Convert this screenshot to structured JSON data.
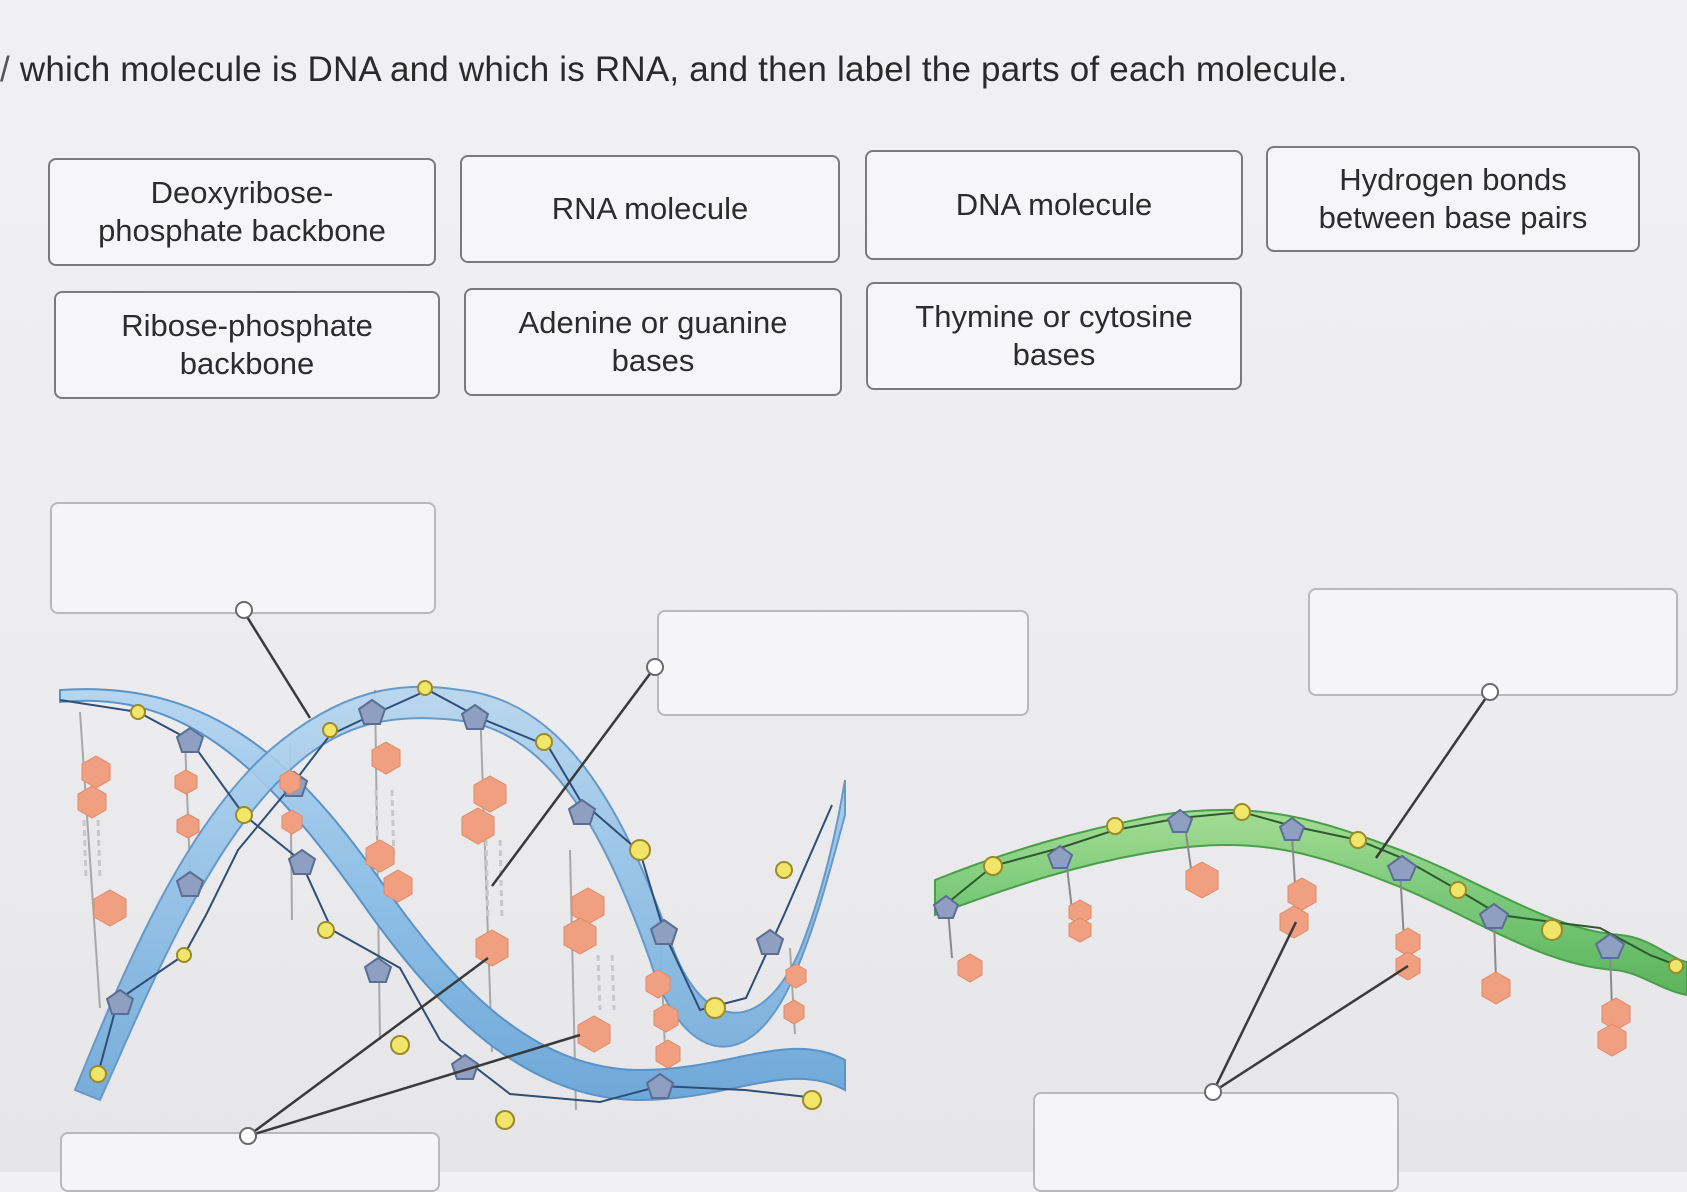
{
  "prompt": {
    "prefix": "/",
    "text": "which molecule is DNA and which is RNA, and then label the parts of each molecule."
  },
  "label_bank": [
    {
      "id": "deoxyribose-phosphate-backbone",
      "line1": "Deoxyribose-",
      "line2": "phosphate backbone"
    },
    {
      "id": "rna-molecule",
      "line1": "RNA molecule",
      "line2": ""
    },
    {
      "id": "dna-molecule",
      "line1": "DNA molecule",
      "line2": ""
    },
    {
      "id": "hydrogen-bonds",
      "line1": "Hydrogen bonds",
      "line2": "between base pairs"
    },
    {
      "id": "ribose-phosphate-backbone",
      "line1": "Ribose-phosphate",
      "line2": "backbone"
    },
    {
      "id": "adenine-guanine",
      "line1": "Adenine or guanine",
      "line2": "bases"
    },
    {
      "id": "thymine-cytosine",
      "line1": "Thymine or cytosine",
      "line2": "bases"
    }
  ],
  "colors": {
    "dna_ribbon": "#8fbfe6",
    "dna_ribbon_edge": "#5b93c6",
    "rna_ribbon": "#78c878",
    "rna_ribbon_edge": "#4a9e4a",
    "base": "#f0a080",
    "phosphate": "#f2e66a",
    "sugar": "#8e9fc2"
  },
  "icons": {
    "base_shape": "hexagon-base-icon",
    "sugar_shape": "pentagon-sugar-icon",
    "phosphate_shape": "circle-phosphate-icon"
  }
}
